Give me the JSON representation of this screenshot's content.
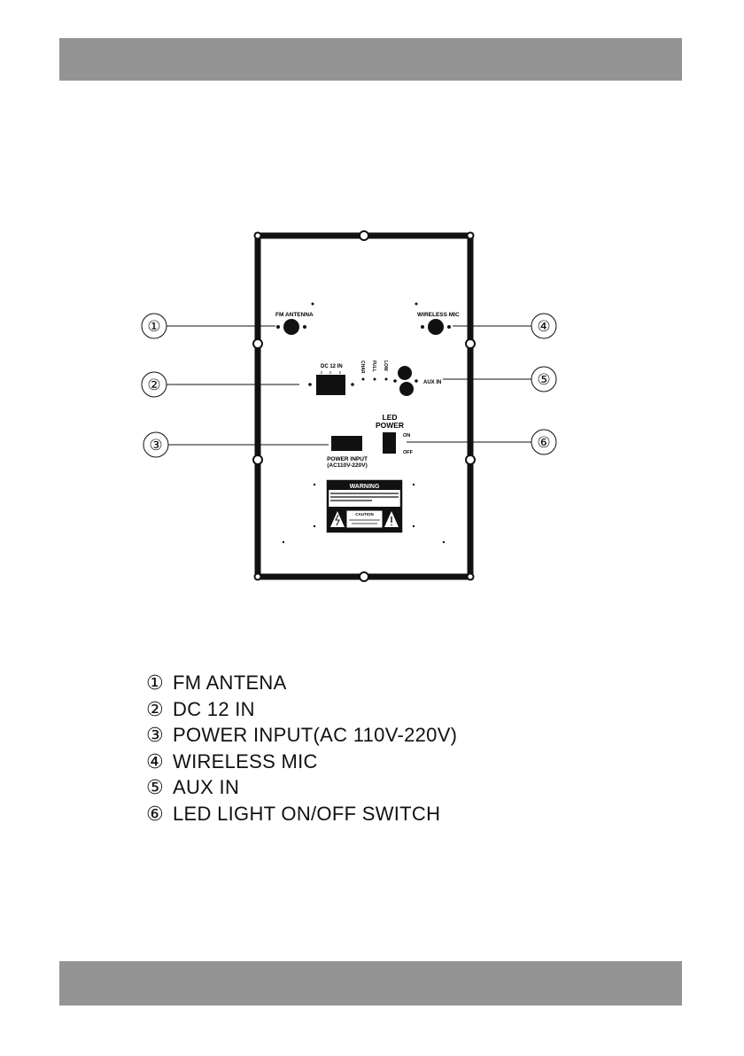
{
  "panel": {
    "fm_antenna": "FM ANTENNA",
    "wireless_mic": "WIRELESS MIC",
    "dc_12_in": "DC 12 IN",
    "char": "CHAR",
    "full": "FULL",
    "low": "LOW",
    "aux_in": "AUX IN",
    "led": "LED",
    "power": "POWER",
    "on": "ON",
    "off": "OFF",
    "power_input_line1": "POWER INPUT",
    "power_input_line2": "(AC110V-220V)",
    "warning": "WARNING",
    "caution": "CAUTION"
  },
  "callouts": [
    "①",
    "②",
    "③",
    "④",
    "⑤",
    "⑥"
  ],
  "legend": [
    {
      "num": "①",
      "label": "FM ANTENA"
    },
    {
      "num": "②",
      "label": "DC 12 IN"
    },
    {
      "num": "③",
      "label": "POWER INPUT(AC 110V-220V)"
    },
    {
      "num": "④",
      "label": "WIRELESS MIC"
    },
    {
      "num": "⑤",
      "label": "AUX IN"
    },
    {
      "num": "⑥",
      "label": "LED LIGHT ON/OFF SWITCH"
    }
  ]
}
